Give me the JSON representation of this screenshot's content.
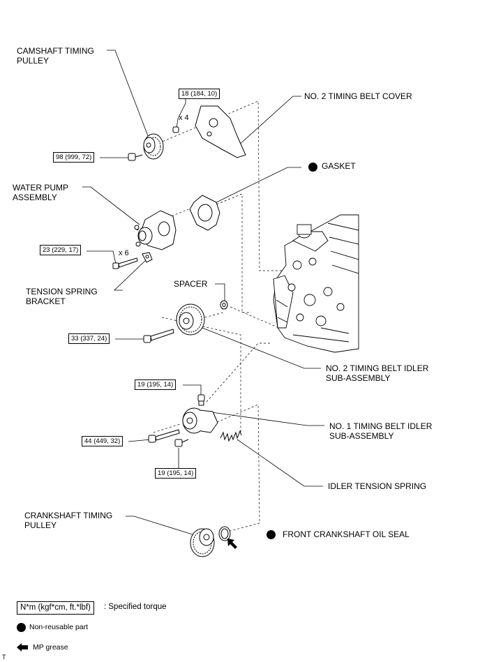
{
  "labels": {
    "camshaft_pulley": "CAMSHAFT TIMING\nPULLEY",
    "no2_cover": "NO. 2 TIMING BELT COVER",
    "gasket": "GASKET",
    "water_pump": "WATER PUMP\nASSEMBLY",
    "tension_bracket": "TENSION SPRING\nBRACKET",
    "spacer": "SPACER",
    "no2_idler": "NO. 2 TIMING BELT IDLER\nSUB-ASSEMBLY",
    "no1_idler": "NO. 1 TIMING BELT IDLER\nSUB-ASSEMBLY",
    "idler_spring": "IDLER TENSION SPRING",
    "crank_pulley": "CRANKSHAFT TIMING\nPULLEY",
    "front_seal": "FRONT CRANKSHAFT OIL SEAL"
  },
  "torques": {
    "cover_bolt": "18 (184, 10)",
    "cam_bolt": "98 (999, 72)",
    "pump_bolt": "23 (229, 17)",
    "idler2_bolt": "33 (337, 24)",
    "idler1_top": "19 (195, 14)",
    "idler1_bolt": "44 (449, 32)",
    "idler1_bottom": "19 (195, 14)"
  },
  "quantities": {
    "cover_bolts": "x 4",
    "pump_bolts": "x 6"
  },
  "legend": {
    "torque_box": "N*m (kgf*cm, ft.*lbf)",
    "torque_desc": ": Specified torque",
    "nonreusable": "Non-reusable part",
    "grease": "MP grease"
  },
  "footer_mark": "T"
}
